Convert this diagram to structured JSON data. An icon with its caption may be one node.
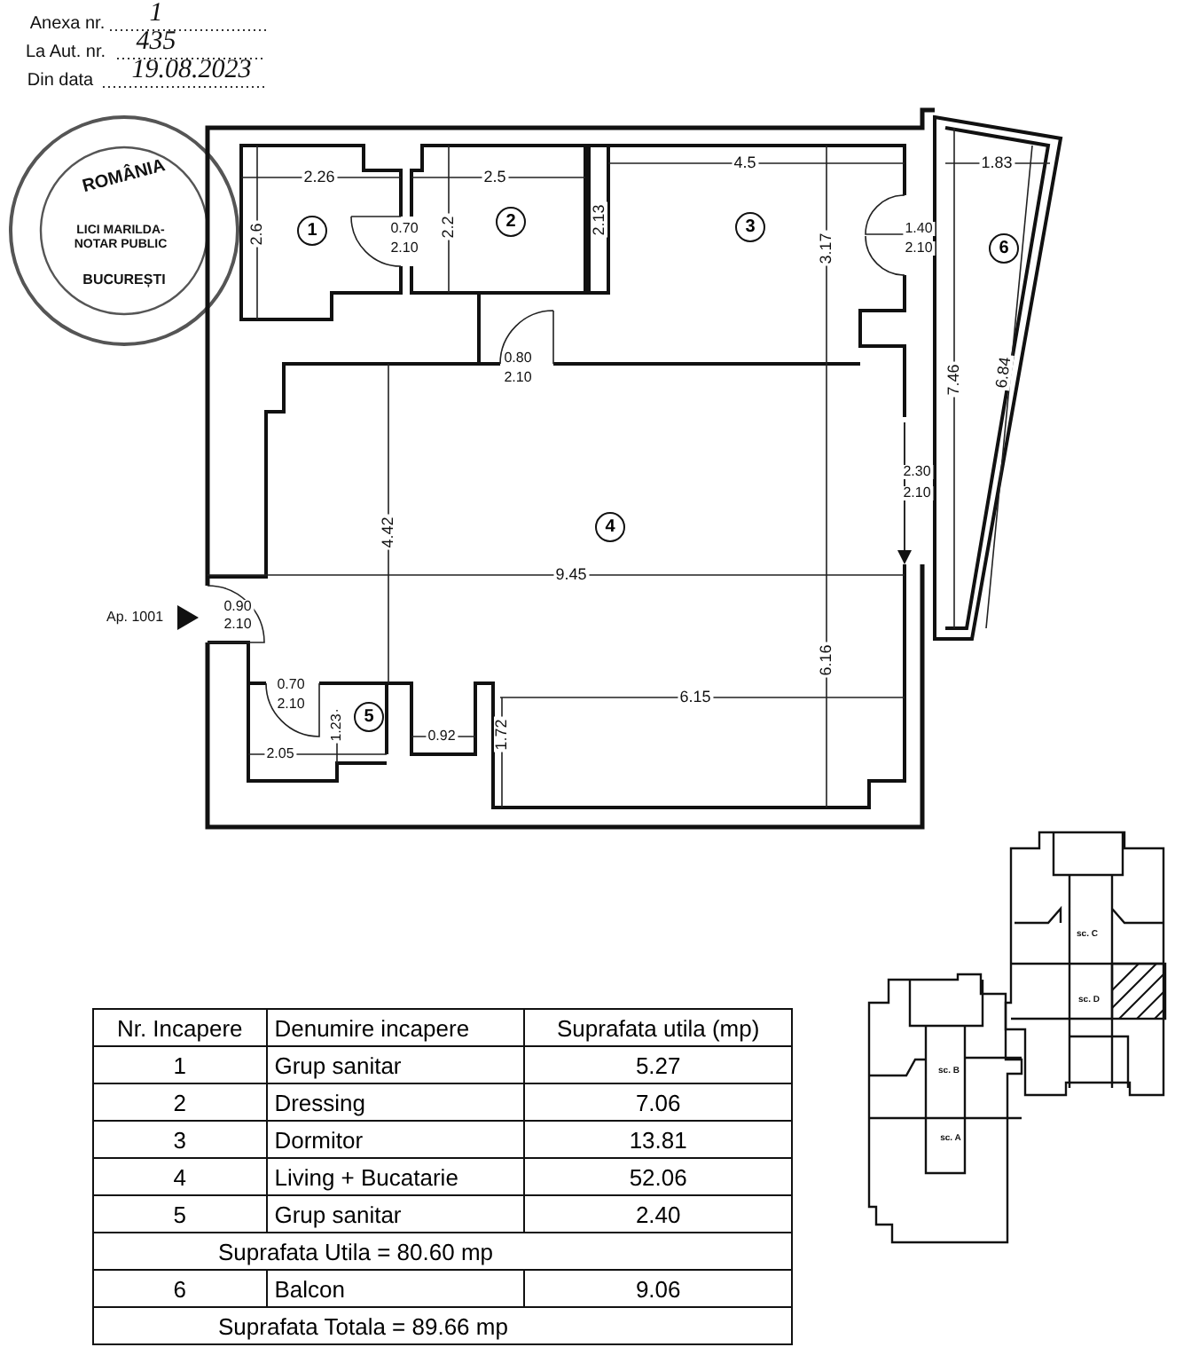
{
  "diagram": {
    "nodes": [
      {
        "text": [
          "1"
        ]
      },
      {
        "text": [
          "2"
        ]
      },
      {
        "text": [
          "3"
        ]
      },
      {
        "text": [
          "6"
        ]
      },
      {
        "text": [
          "4"
        ]
      },
      {
        "text": [
          "5"
        ]
      }
    ],
    "labels": [
      "Anexa nr.",
      "1",
      "La Aut. nr.",
      "435",
      "Din data",
      "19.08.2023",
      "ROMÂNIA",
      "BUCUREȘTI",
      "LICI MARILDA-NOTAR PUBLIC",
      "2.26",
      "2.5",
      "4.5",
      "1.83",
      "2.6",
      "0.70",
      "2.10",
      "2.2",
      "2.13",
      "3.17",
      "1.40",
      "2.10",
      "0.80",
      "2.10",
      "7.46",
      "6.84",
      "2.30",
      "2.10",
      "4.42",
      "9.45",
      "Ap. 1001",
      "0.90",
      "2.10",
      "0.70",
      "2.10",
      "1.23",
      "6.15",
      "6.16",
      "0.92",
      "1.72",
      "2.05",
      "sc. C",
      "sc. D",
      "sc. B",
      "sc. A",
      "Nr. Incapere",
      "Denumire incapere",
      "Suprafata utila (mp)",
      "1",
      "Grup sanitar",
      "5.27",
      "2",
      "Dressing",
      "7.06",
      "3",
      "Dormitor",
      "13.81",
      "4",
      "Living + Bucatarie",
      "52.06",
      "5",
      "Grup sanitar",
      "2.40",
      "Suprafata Utila =  80.60 mp",
      "6",
      "Balcon",
      "9.06",
      "Suprafata Totala =  89.66 mp"
    ]
  }
}
